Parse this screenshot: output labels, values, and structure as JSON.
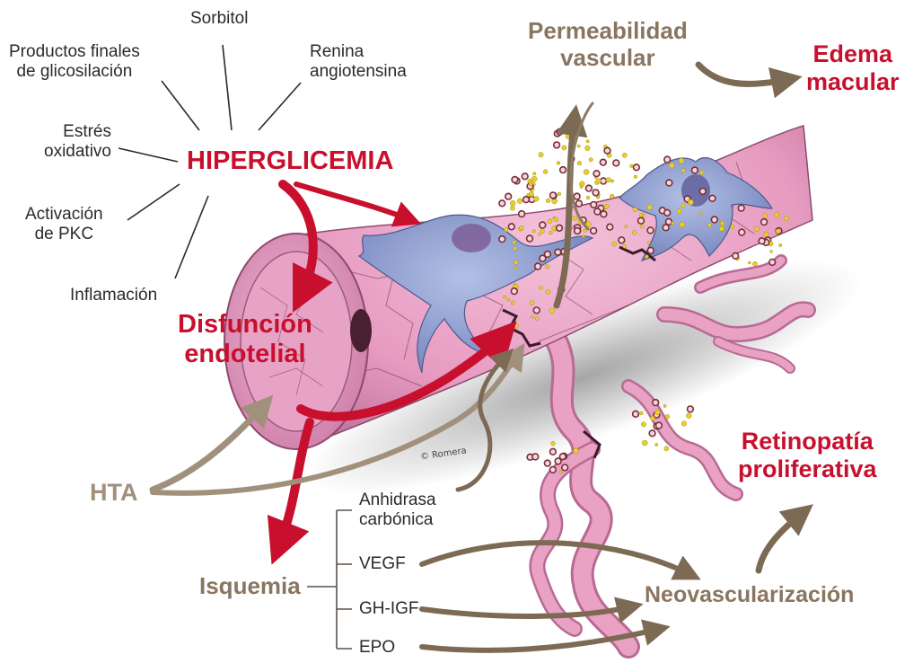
{
  "causes": {
    "sorbitol": "Sorbitol",
    "productos_line1": "Productos finales",
    "productos_line2": "de glicosilación",
    "renina_line1": "Renina",
    "renina_line2": "angiotensina",
    "estres_line1": "Estrés",
    "estres_line2": "oxidativo",
    "activacion_line1": "Activación",
    "activacion_line2": "de PKC",
    "inflamacion": "Inflamación"
  },
  "central": {
    "hiperglicemia": "HIPERGLICEMIA",
    "disfuncion_line1": "Disfunción",
    "disfuncion_line2": "endotelial"
  },
  "outcomes": {
    "permeabilidad_line1": "Permeabilidad",
    "permeabilidad_line2": "vascular",
    "edema_line1": "Edema",
    "edema_line2": "macular",
    "retinopatia_line1": "Retinopatía",
    "retinopatia_line2": "proliferativa",
    "neovascularizacion": "Neovascularización"
  },
  "factors": {
    "hta": "HTA",
    "isquemia": "Isquemia",
    "anhidrasa_line1": "Anhidrasa",
    "anhidrasa_line2": "carbónica",
    "vegf": "VEGF",
    "gh_igf": "GH-IGF",
    "epo": "EPO"
  },
  "credit": "© Romera",
  "colors": {
    "red_accent": "#c8102e",
    "tan_arrow": "#7d6a55",
    "vessel_pink": "#e9a2c4",
    "cell_blue": "#8d9fd0",
    "exudate_yellow": "#e8cf2a",
    "blood_cell": "#7a2f3a"
  }
}
